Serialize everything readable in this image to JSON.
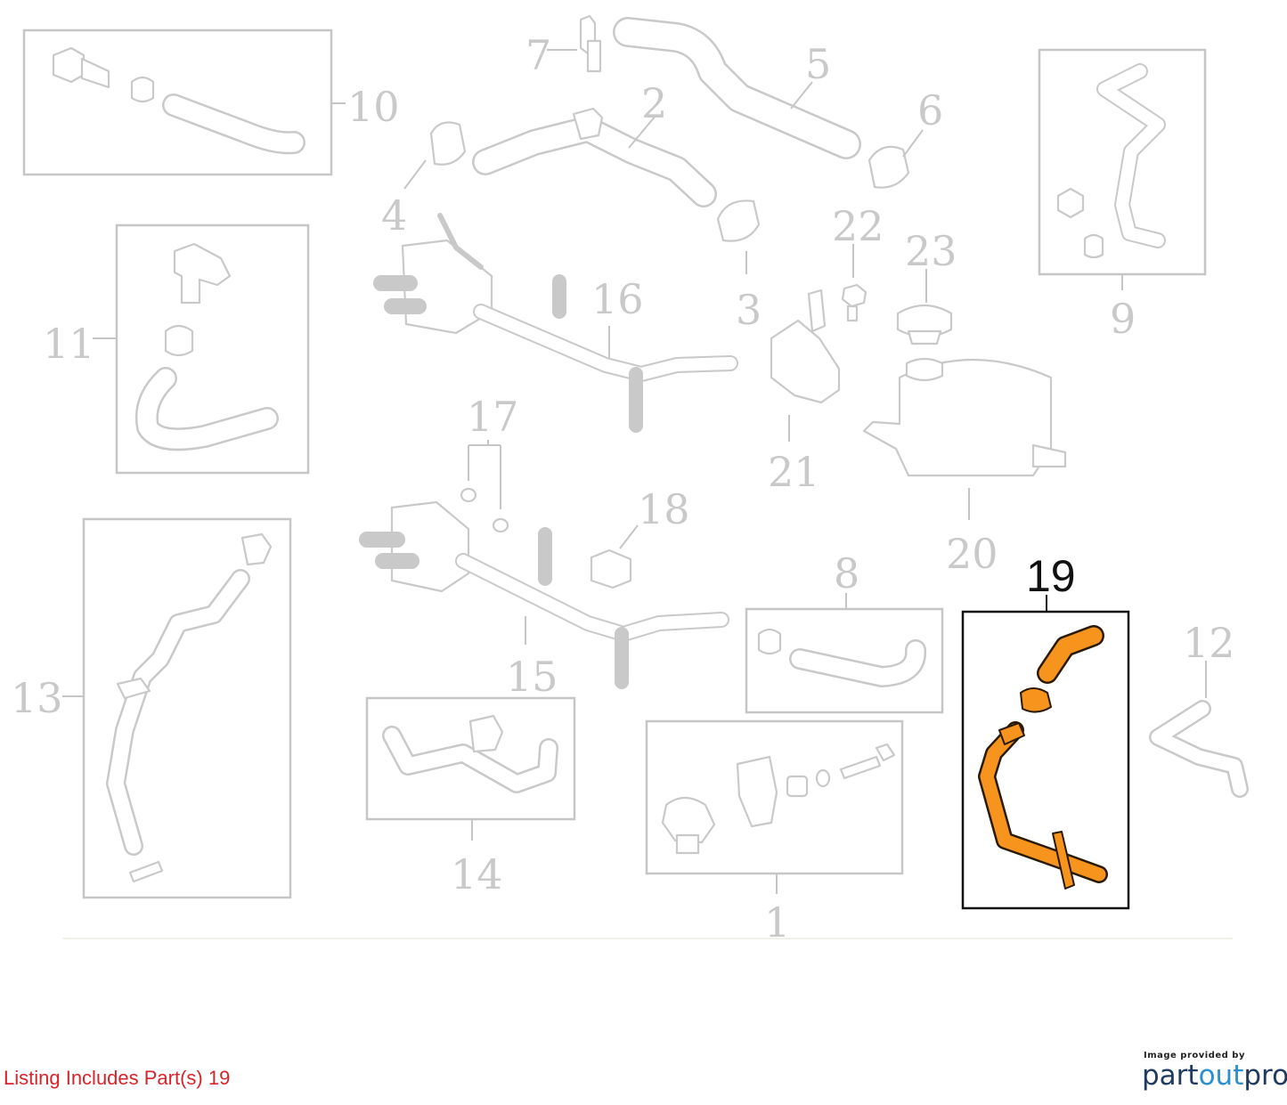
{
  "callouts": {
    "c1": "1",
    "c2": "2",
    "c3": "3",
    "c4": "4",
    "c5": "5",
    "c6": "6",
    "c7": "7",
    "c8": "8",
    "c9": "9",
    "c10": "10",
    "c11": "11",
    "c12": "12",
    "c13": "13",
    "c14": "14",
    "c15": "15",
    "c16": "16",
    "c17": "17",
    "c18": "18",
    "c19": "19",
    "c20": "20",
    "c21": "21",
    "c22": "22",
    "c23": "23"
  },
  "highlight": {
    "part": "19",
    "color": "#f7941d"
  },
  "caption": "Listing Includes Part(s) 19",
  "credit": {
    "provided_by": "Image provided by",
    "logo_part": "part",
    "logo_out": "out",
    "logo_pro": "pro"
  }
}
